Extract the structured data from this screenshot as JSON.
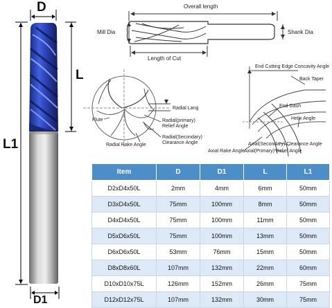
{
  "tool_labels": {
    "top_dimension": "D",
    "side_dimension_upper": "L",
    "side_dimension_lower": "L1",
    "bottom_dimension": "D1"
  },
  "profile_diagram": {
    "overall_length": "Overall length",
    "mill_dia": "Mill Dia",
    "shank_dia": "Shank Dia",
    "length_of_cut": "Length of Cut"
  },
  "section_diagram": {
    "radial_lang": "Radial Lang",
    "flute": "Flute",
    "radial_primary_relief_1": "Radial(primary)",
    "radial_primary_relief_2": "Relief Angle",
    "radial_secondary_clearance_1": "Radial(Secondary)",
    "radial_secondary_clearance_2": "Clearance Angle",
    "radial_rake_angle": "Radial Rake Angle"
  },
  "end_diagram": {
    "end_cutting_edge": "End Cutting Edge Concavity Angle",
    "back_taper": "Back Taper",
    "end_gash": "End Gash",
    "helix_angle": "Helix Angle",
    "axial_rake_angle": "Axial Rake Angle",
    "axial_secondary_clearance": "Axial(Secondary) Clearance Angle",
    "axial_primary_relief": "Axial(Primary) Relief Angle"
  },
  "spec_table": {
    "headers": [
      "Item",
      "D",
      "D1",
      "L",
      "L1"
    ],
    "rows": [
      [
        "D2xD4x50L",
        "2mm",
        "4mm",
        "6mm",
        "50mm"
      ],
      [
        "D3xD4x50L",
        "75mm",
        "100mm",
        "8mm",
        "50mm"
      ],
      [
        "D4xD4x50L",
        "75mm",
        "100mm",
        "11mm",
        "50mm"
      ],
      [
        "D5xD6x50L",
        "75mm",
        "100mm",
        "13mm",
        "50mm"
      ],
      [
        "D6xD6x50L",
        "53mm",
        "76mm",
        "15mm",
        "50mm"
      ],
      [
        "D8xD8x60L",
        "107mm",
        "132mm",
        "22mm",
        "60mm"
      ],
      [
        "D10xD10x75L",
        "126mm",
        "152mm",
        "26mm",
        "75mm"
      ],
      [
        "D12xD12x75L",
        "107mm",
        "132mm",
        "30mm",
        "75mm"
      ]
    ]
  },
  "colors": {
    "coating_blue": "#2a3fb0",
    "shank_silver": "#b5b5b5",
    "table_header": "#4d8ec9",
    "table_alt_row": "#dde9f6"
  }
}
